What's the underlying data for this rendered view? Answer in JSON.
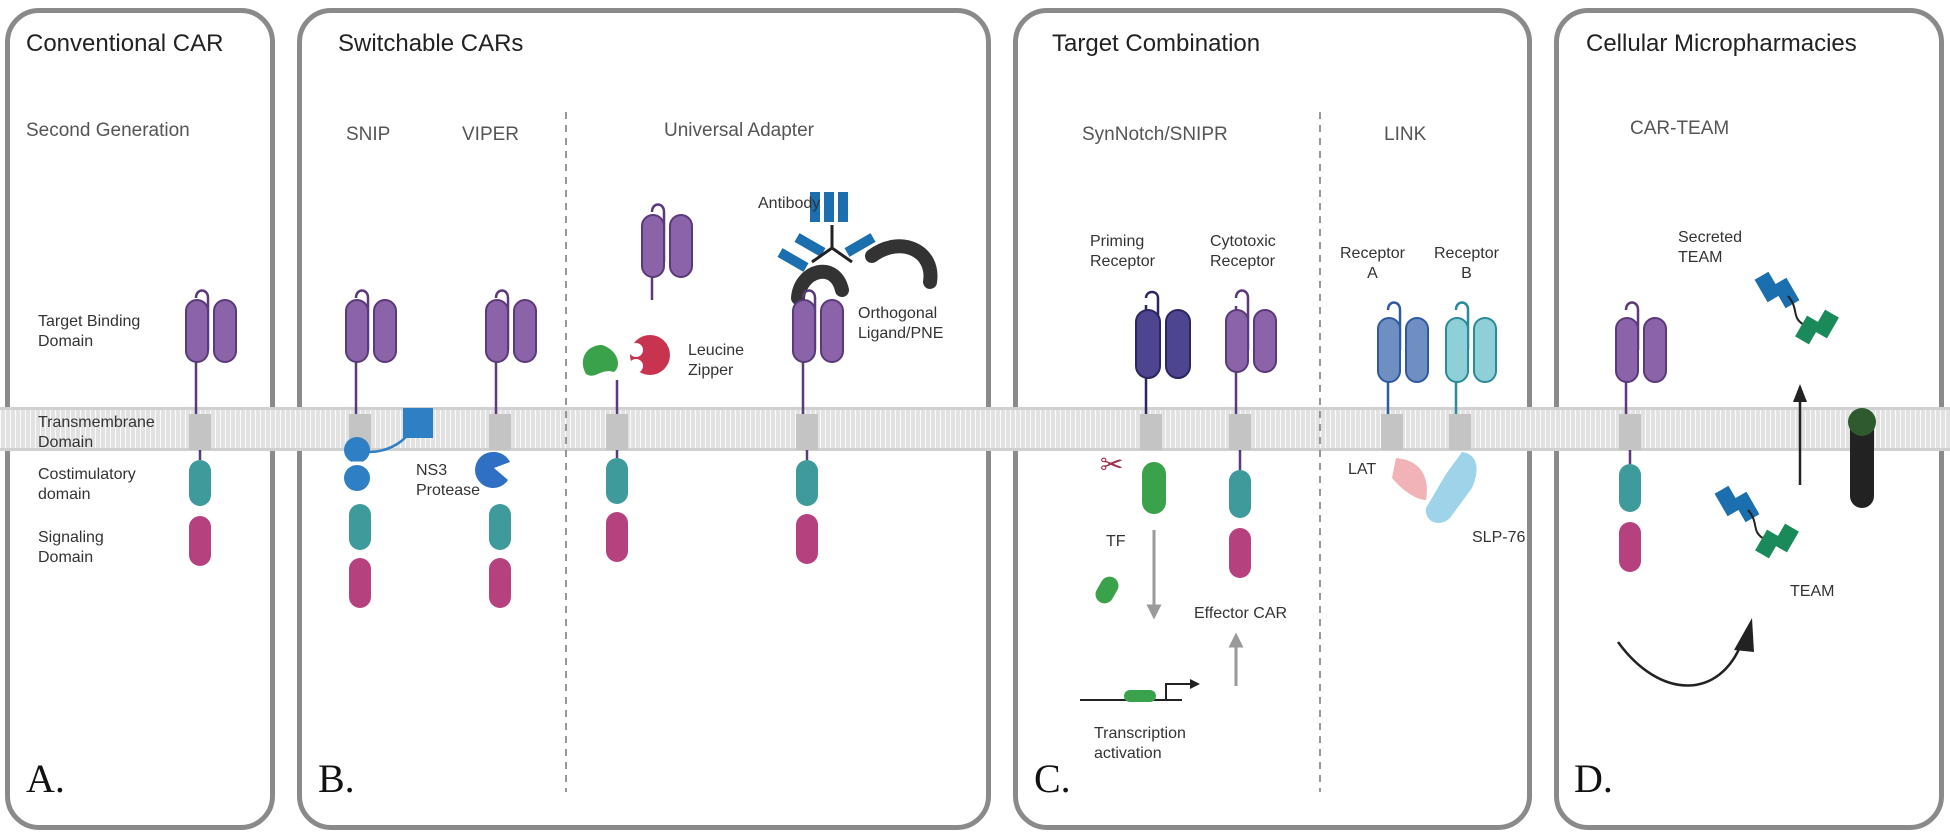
{
  "panels": {
    "a": {
      "title": "Conventional CAR",
      "subtitle": "Second Generation",
      "letter": "A.",
      "labels": {
        "target_binding": [
          "Target Binding",
          "Domain"
        ],
        "transmembrane": [
          "Transmembrane",
          "Domain"
        ],
        "costimulatory": [
          "Costimulatory",
          "domain"
        ],
        "signaling": [
          "Signaling",
          "Domain"
        ]
      }
    },
    "b": {
      "title": "Switchable CARs",
      "letter": "B.",
      "subtitles": {
        "snip": "SNIP",
        "viper": "VIPER",
        "universal": "Universal Adapter"
      },
      "labels": {
        "ns3": [
          "NS3",
          "Protease"
        ],
        "leucine": [
          "Leucine",
          "Zipper"
        ],
        "antibody": "Antibody",
        "orthogonal": [
          "Orthogonal",
          "Ligand/PNE"
        ]
      }
    },
    "c": {
      "title": "Target Combination",
      "letter": "C.",
      "subtitles": {
        "synnotch": "SynNotch/SNIPR",
        "link": "LINK"
      },
      "labels": {
        "priming": [
          "Priming",
          "Receptor"
        ],
        "cytotoxic": [
          "Cytotoxic",
          "Receptor"
        ],
        "receptor_a": [
          "Receptor",
          "A"
        ],
        "receptor_b": [
          "Receptor",
          "B"
        ],
        "tf": "TF",
        "lat": "LAT",
        "slp76": "SLP-76",
        "effector": "Effector CAR",
        "transcription": [
          "Transcription",
          "activation"
        ]
      }
    },
    "d": {
      "title": "Cellular Micropharmacies",
      "letter": "D.",
      "subtitles": {
        "car_team": "CAR-TEAM"
      },
      "labels": {
        "secreted": [
          "Secreted",
          "TEAM"
        ],
        "team": "TEAM"
      }
    }
  },
  "colors": {
    "purple": "#8a63a8",
    "purple_dark": "#5a3a7a",
    "navy": "#4e4590",
    "teal": "#3f9a9c",
    "magenta": "#b5427f",
    "gray": "#c4c4c4",
    "blue": "#2f7fc4",
    "green": "#3aa24a",
    "cyan": "#8fd0d8",
    "steel": "#6f8fc2",
    "pink": "#f2b3b8",
    "skyblue": "#9fd3ea"
  }
}
